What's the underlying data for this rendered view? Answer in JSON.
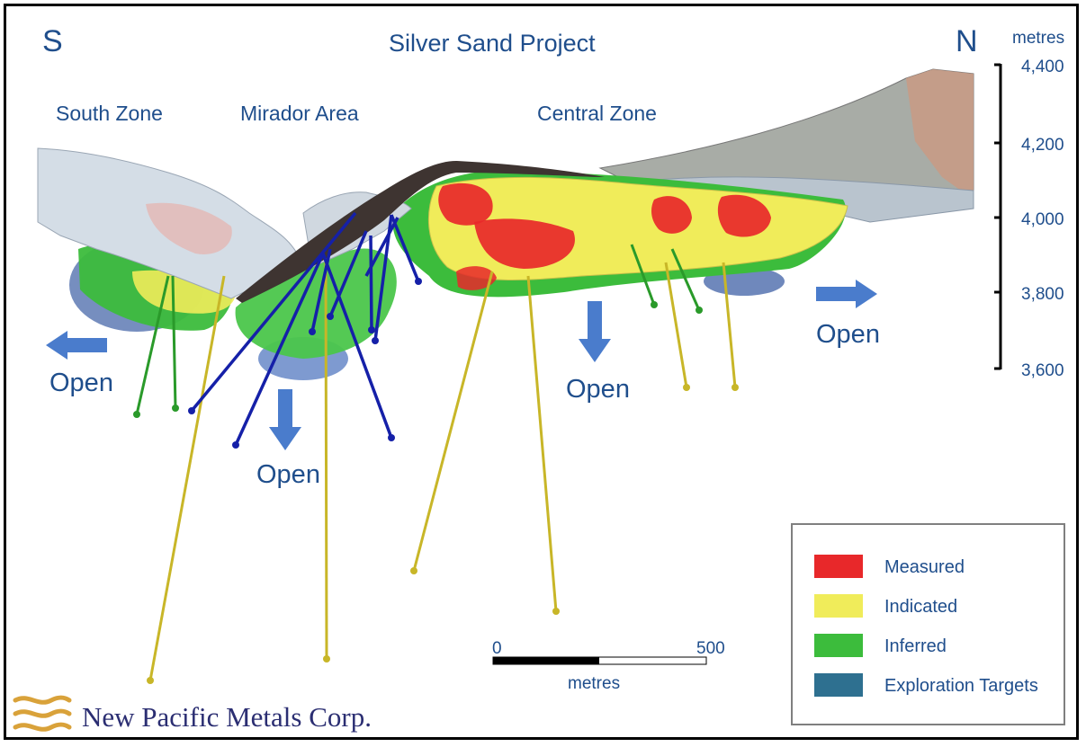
{
  "title": "Silver Sand Project",
  "compass": {
    "south": "S",
    "north": "N"
  },
  "zones": [
    "South Zone",
    "Mirador Area",
    "Central Zone"
  ],
  "open_label": "Open",
  "elevation_axis": {
    "unit": "metres",
    "ticks": [
      "4,400",
      "4,200",
      "4,000",
      "3,800",
      "3,600"
    ]
  },
  "scale_bar": {
    "start": "0",
    "end": "500",
    "unit": "metres"
  },
  "legend": [
    {
      "label": "Measured",
      "color": "#e8282a"
    },
    {
      "label": "Indicated",
      "color": "#f0ec5a"
    },
    {
      "label": "Inferred",
      "color": "#3cbc3c"
    },
    {
      "label": "Exploration Targets",
      "color": "#2e7090"
    }
  ],
  "company": "New Pacific Metals Corp.",
  "colors": {
    "text": "#1f4e8c",
    "arrow": "#4a7ccc",
    "drill_yellow": "#c8b628",
    "drill_green": "#2a9a2a",
    "drill_blue": "#1520a8",
    "terrain": "#c8d0d4"
  }
}
